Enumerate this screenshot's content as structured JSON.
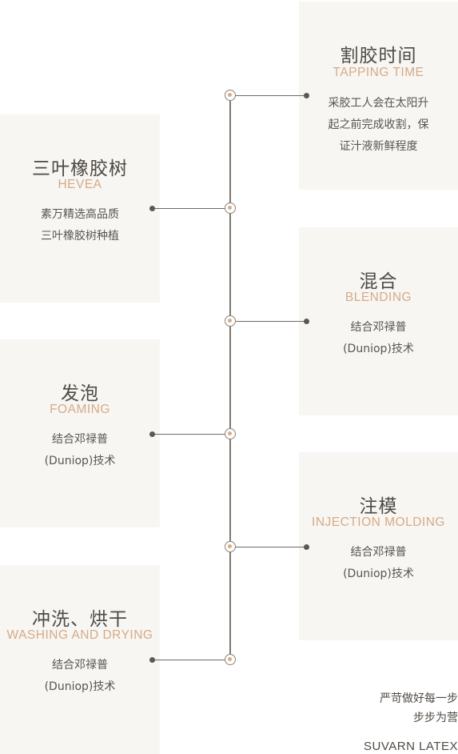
{
  "steps": [
    {
      "title": "割胶时间",
      "subtitle": "TAPPING TIME",
      "desc": [
        "采胶工人会在太阳升",
        "起之前完成收割，保",
        "证汁液新鲜程度"
      ]
    },
    {
      "title": "三叶橡胶树",
      "subtitle": "HEVEA",
      "desc": [
        "素万精选高品质",
        "三叶橡胶树种植"
      ]
    },
    {
      "title": "混合",
      "subtitle": "BLENDING",
      "desc": [
        "结合邓禄普",
        "(Duniop)技术"
      ]
    },
    {
      "title": "发泡",
      "subtitle": "FOAMING",
      "desc": [
        "结合邓禄普",
        "(Duniop)技术"
      ]
    },
    {
      "title": "注模",
      "subtitle": "INJECTION MOLDING",
      "desc": [
        "结合邓禄普",
        "(Duniop)技术"
      ]
    },
    {
      "title": "冲洗、烘干",
      "subtitle": "WASHING AND DRYING",
      "desc": [
        "结合邓禄普",
        "(Duniop)技术"
      ]
    }
  ],
  "motto": [
    "严苛做好每一步",
    "步步为营"
  ],
  "brand": "SUVARN LATEX",
  "colors": {
    "card_bg": "#f7f6f3",
    "accent": "#d7aa85",
    "text": "#4f4a44",
    "line": "#7d7770"
  }
}
